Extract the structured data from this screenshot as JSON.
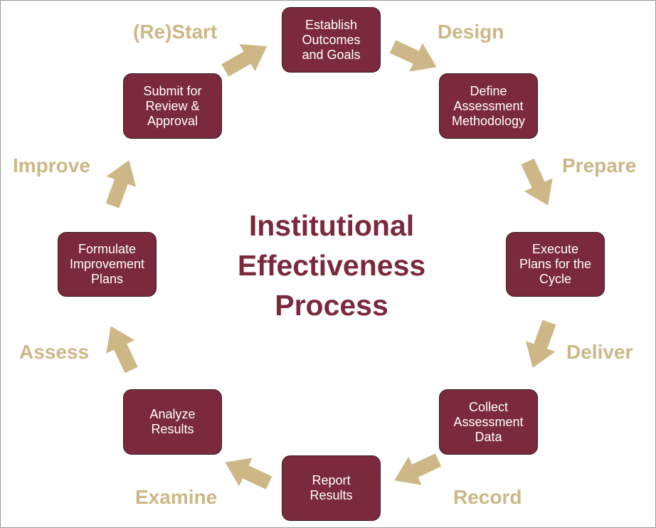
{
  "diagram": {
    "title": "Institutional\nEffectiveness\nProcess",
    "accent_color": "#7a2a3c",
    "phase_color": "#cdb787",
    "steps": [
      "Establish\nOutcomes\nand Goals",
      "Define\nAssessment\nMethodology",
      "Execute\nPlans for the\nCycle",
      "Collect\nAssessment\nData",
      "Report\nResults",
      "Analyze\nResults",
      "Formulate\nImprovement\nPlans",
      "Submit for\nReview &\nApproval"
    ],
    "phases": [
      "Design",
      "Prepare",
      "Deliver",
      "Record",
      "Examine",
      "Assess",
      "Improve",
      "(Re)Start"
    ]
  }
}
